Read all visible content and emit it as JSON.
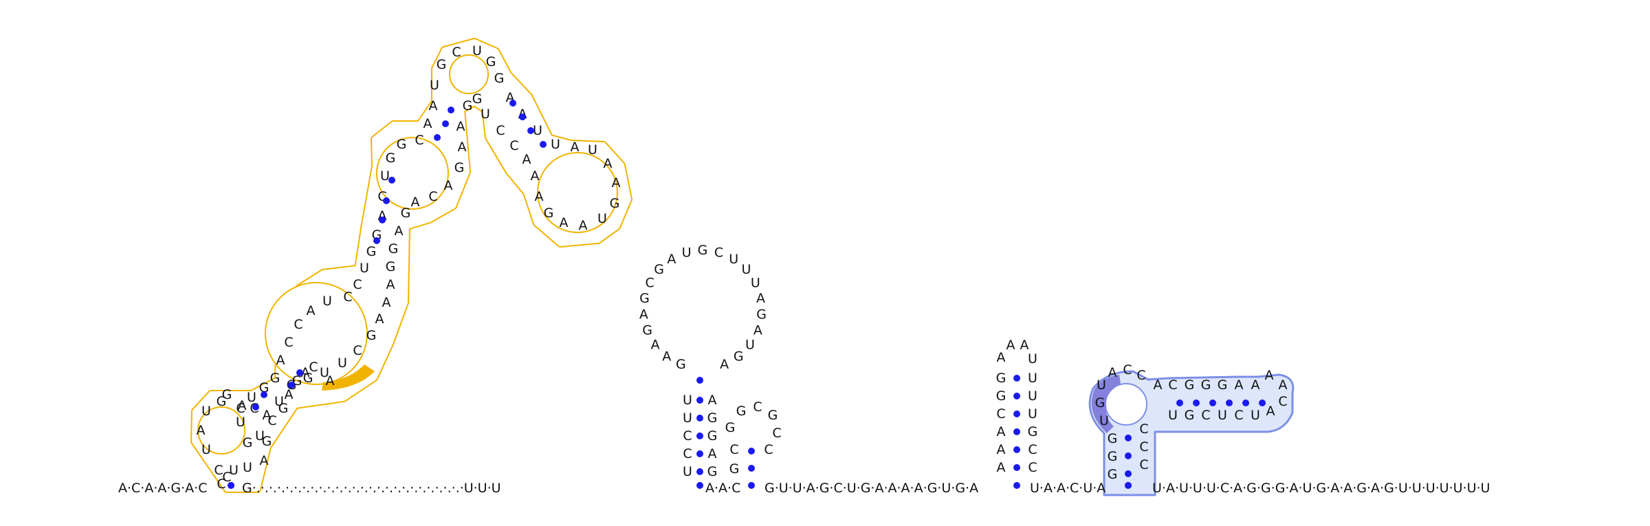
{
  "colors": {
    "base_pair": "#1a1aef",
    "domain1_outline": "#f0b400",
    "domain1_fill": "#ffffff",
    "domain1_highlight": "#f0b400",
    "domain2_outline": "#7d8fe6",
    "domain2_fill": "#dde6fb",
    "domain2_highlight": "#8480dc",
    "text": "#111111"
  },
  "sequence": {
    "five_prime": "A·C·A·A·G·A·C",
    "linker_1": "G·.·.·.·.·.·.·.·.·.·.·.·.·.·.·.·.·.·.·.·.·.·.·.·.·.·U·U·U",
    "joint_1": "A·A·C",
    "joint_2": "G·U·U·A·G·C·U·G·A·A·A·A·G·U·G·A",
    "joint_3": "U·A·A·C·U·A",
    "three_prime": "U·A·U·U·U·C·A·G·G·G·A·U·G·A·A·G·A·G·U·U·U·U·U·U·U"
  },
  "structure": {
    "domain1_letters": [
      "C",
      "U",
      "A",
      "U",
      "G",
      "A",
      "U",
      "G",
      "G",
      "A",
      "C",
      "C",
      "A",
      "U",
      "C",
      "C",
      "U",
      "G",
      "G",
      "A",
      "C",
      "U",
      "G",
      "G",
      "C",
      "A",
      "A",
      "U",
      "G",
      "C",
      "U",
      "G",
      "G",
      "A",
      "A",
      "U",
      "U",
      "A",
      "U",
      "A",
      "A",
      "G",
      "U",
      "A",
      "A",
      "G",
      "A",
      "A",
      "A",
      "C",
      "C",
      "U",
      "G",
      "G",
      "A",
      "A",
      "G",
      "A",
      "C",
      "A",
      "G",
      "A",
      "G",
      "G",
      "A",
      "A",
      "A",
      "G",
      "C",
      "U",
      "U",
      "G",
      "G",
      "U",
      "C",
      "G",
      "A",
      "U",
      "U",
      "C",
      "C",
      "U",
      "G",
      "C",
      "U",
      "A",
      "C",
      "G",
      "G",
      "A",
      "G",
      "A",
      "C",
      "A"
    ],
    "hairpin_1_stem_5p": [
      "U",
      "U",
      "C",
      "C",
      "U"
    ],
    "hairpin_1_stem_3p": [
      "G",
      "A",
      "G",
      "G",
      "A"
    ],
    "hairpin_1_loop": [
      "G",
      "A",
      "A",
      "G",
      "A",
      "G",
      "C",
      "G",
      "A",
      "U",
      "G",
      "C",
      "U",
      "U",
      "U",
      "A",
      "G",
      "A",
      "U",
      "G",
      "A"
    ],
    "hairpin_2": [
      "G",
      "C",
      "G",
      "G",
      "C",
      "G",
      "C",
      "C"
    ],
    "hairpin_3_stem_5p": [
      "G",
      "G",
      "C",
      "A",
      "A",
      "A"
    ],
    "hairpin_3_stem_3p": [
      "C",
      "C",
      "G",
      "U",
      "U",
      "U"
    ],
    "hairpin_3_loop": [
      "A",
      "A",
      "A",
      "U"
    ],
    "domain2_letters": [
      "G",
      "G",
      "G",
      "U",
      "G",
      "U",
      "A",
      "C",
      "C",
      "A",
      "C",
      "G",
      "G",
      "G",
      "A",
      "A",
      "A",
      "A",
      "C",
      "A",
      "U",
      "C",
      "U",
      "C",
      "G",
      "U",
      "C",
      "C",
      "C"
    ]
  }
}
